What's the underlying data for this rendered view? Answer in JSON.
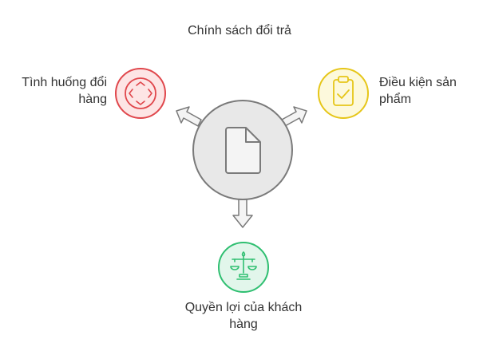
{
  "title": "Chính sách đổi trả",
  "center": {
    "icon": "document-icon",
    "fill": "#e8e8e8",
    "stroke": "#7a7a7a"
  },
  "nodes": [
    {
      "id": "left",
      "label": "Tình huống đổi hàng",
      "icon": "rotate-arrows-icon",
      "color": "#e0474c",
      "fill": "#fde5e5"
    },
    {
      "id": "right",
      "label": "Điều kiện sản phẩm",
      "icon": "clipboard-check-icon",
      "color": "#e6c619",
      "fill": "#fdf9dc"
    },
    {
      "id": "bottom",
      "label": "Quyền lợi của khách hàng",
      "icon": "scales-icon",
      "color": "#2fbf71",
      "fill": "#e2f6eb"
    }
  ]
}
